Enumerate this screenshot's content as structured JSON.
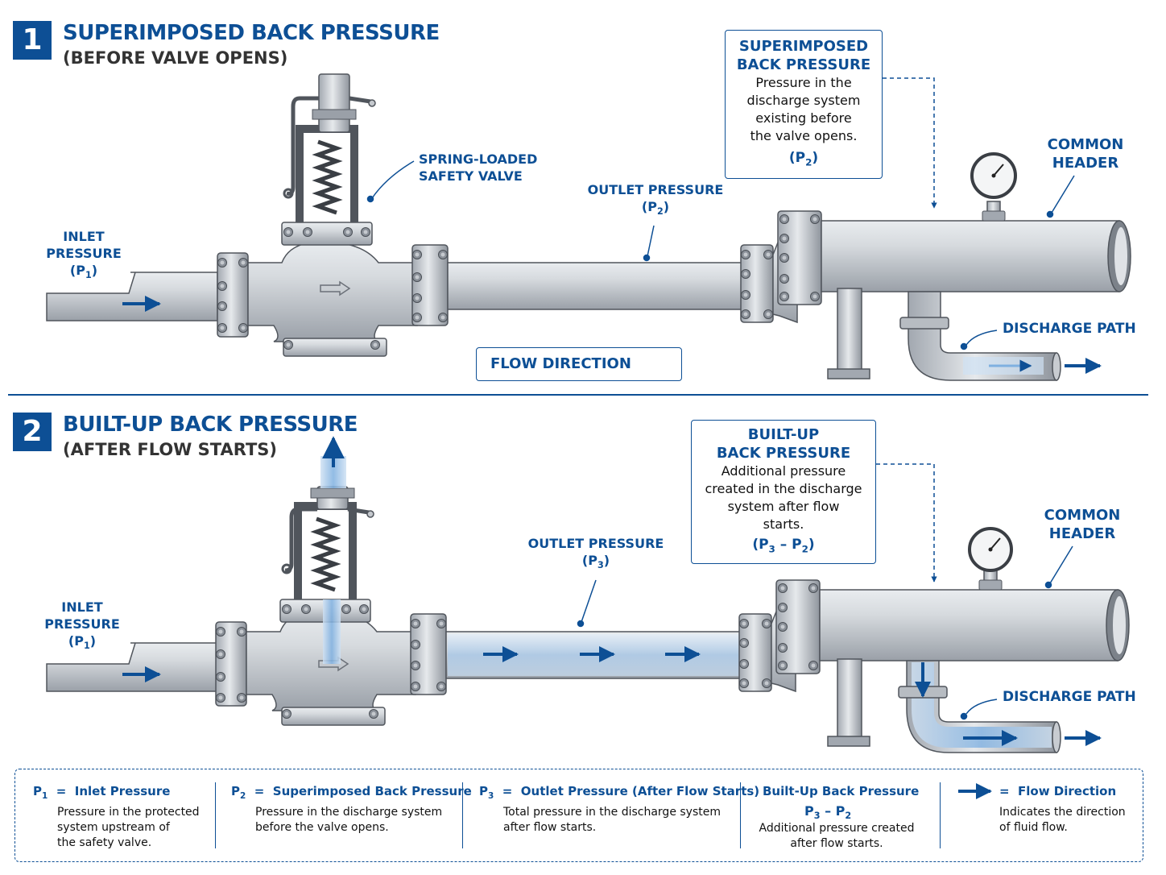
{
  "section1": {
    "number": "1",
    "title": "SUPERIMPOSED BACK PRESSURE",
    "subtitle": "(BEFORE VALVE OPENS)",
    "inlet_label": [
      "INLET",
      "PRESSURE",
      "(P1)"
    ],
    "valve_label": [
      "SPRING-LOADED",
      "SAFETY VALVE"
    ],
    "outlet_label": [
      "OUTLET PRESSURE",
      "(P2)"
    ],
    "header_label": [
      "COMMON",
      "HEADER"
    ],
    "discharge_label": "DISCHARGE PATH",
    "flow_direction": "FLOW DIRECTION",
    "callout": {
      "heading": [
        "SUPERIMPOSED",
        "BACK PRESSURE"
      ],
      "body": [
        "Pressure in the",
        "discharge system",
        "existing before",
        "the valve opens."
      ],
      "symbol": "(P2)"
    }
  },
  "section2": {
    "number": "2",
    "title": "BUILT-UP BACK PRESSURE",
    "subtitle": "(AFTER FLOW STARTS)",
    "inlet_label": [
      "INLET",
      "PRESSURE",
      "(P1)"
    ],
    "outlet_label": [
      "OUTLET PRESSURE",
      "(P3)"
    ],
    "header_label": [
      "COMMON",
      "HEADER"
    ],
    "discharge_label": "DISCHARGE PATH",
    "callout": {
      "heading": [
        "BUILT-UP",
        "BACK PRESSURE"
      ],
      "body": [
        "Additional pressure",
        "created in the discharge",
        "system after flow",
        "starts."
      ],
      "symbol": "(P3 – P2)"
    }
  },
  "legend": [
    {
      "symbol": "P1",
      "eq": "=",
      "term": "Inlet Pressure",
      "desc": [
        "Pressure in the protected",
        "system upstream of",
        "the safety valve."
      ]
    },
    {
      "symbol": "P2",
      "eq": "=",
      "term": "Superimposed Back Pressure",
      "desc": [
        "Pressure in the discharge system",
        "before the valve opens."
      ]
    },
    {
      "symbol": "P3",
      "eq": "=",
      "term": "Outlet Pressure (After Flow Starts)",
      "desc": [
        "Total pressure in the discharge system",
        "after flow starts."
      ]
    },
    {
      "term": "Built-Up Back Pressure",
      "formula": "P3 – P2",
      "desc": [
        "Additional pressure created",
        "after flow starts."
      ]
    },
    {
      "eq": "=",
      "term": "Flow Direction",
      "desc": [
        "Indicates the direction",
        "of fluid flow."
      ]
    }
  ],
  "colors": {
    "primary": "#0d4f95",
    "pipe": "#c9cdd3",
    "pipe_dark": "#7b8089",
    "flow": "#9fc3e6"
  }
}
